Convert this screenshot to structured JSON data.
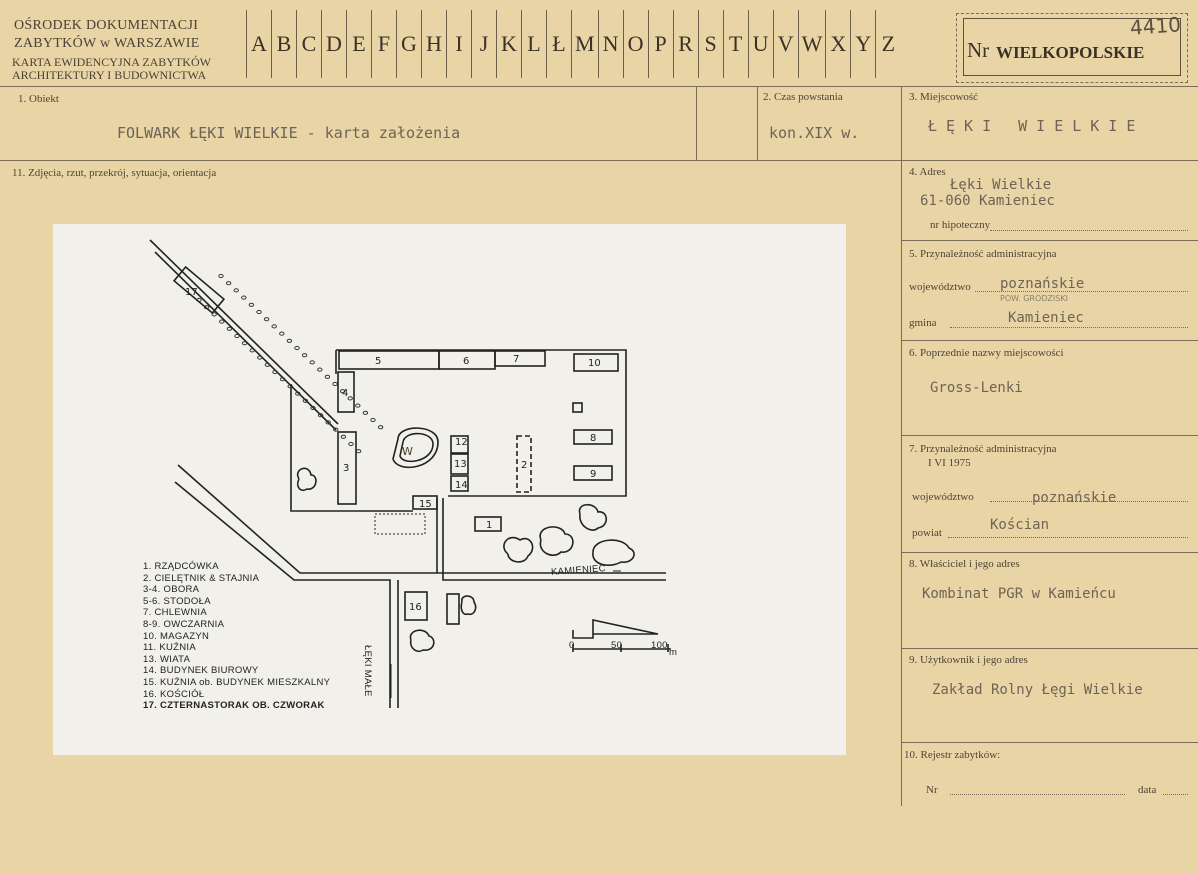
{
  "header": {
    "institution_line1": "OŚRODEK DOKUMENTACJI",
    "institution_line2": "ZABYTKÓW w WARSZAWIE",
    "card_title_line1": "KARTA EWIDENCYJNA ZABYTKÓW",
    "card_title_line2": "ARCHITEKTURY I BUDOWNICTWA",
    "letters": [
      "A",
      "B",
      "C",
      "D",
      "E",
      "F",
      "G",
      "H",
      "I",
      "J",
      "K",
      "L",
      "Ł",
      "M",
      "N",
      "O",
      "P",
      "R",
      "S",
      "T",
      "U",
      "V",
      "W",
      "X",
      "Y",
      "Z"
    ],
    "nr_label": "Nr",
    "region": "WIELKOPOLSKIE",
    "handwritten_number": "4410"
  },
  "fields": {
    "obiekt_label": "1. Obiekt",
    "obiekt_value": "FOLWARK ŁĘKI WIELKIE - karta założenia",
    "czas_label": "2. Czas powstania",
    "czas_value": "kon.XIX w.",
    "miejscowosc_label": "3. Miejscowość",
    "miejscowosc_value": "ŁĘKI WIELKIE",
    "zdjecia_label": "11. Zdjęcia, rzut, przekrój, sytuacja, orientacja",
    "adres_label": "4. Adres",
    "adres_line1": "Łęki Wielkie",
    "adres_line2": "61-060 Kamieniec",
    "hipoteczny_label": "nr hipoteczny",
    "przyn_label": "5. Przynależność administracyjna",
    "woj_label": "województwo",
    "woj_value": "poznańskie",
    "pow_note": "POW. GRODZISKI",
    "gmina_label": "gmina",
    "gmina_value": "Kamieniec",
    "poprz_label": "6. Poprzednie nazwy miejscowości",
    "poprz_value": "Gross-Lenki",
    "przyn2_label": "7. Przynależność administracyjna",
    "przyn2_date": "I VI 1975",
    "woj2_label": "województwo",
    "woj2_value": "poznańskie",
    "powiat_label": "powiat",
    "powiat_value": "Kościan",
    "wlasc_label": "8. Właściciel i jego adres",
    "wlasc_value": "Kombinat PGR w Kamieńcu",
    "uzytk_label": "9. Użytkownik i jego adres",
    "uzytk_value": "Zakład Rolny Łęgi Wielkie",
    "rejestr_label": "10. Rejestr zabytków:",
    "nr_label": "Nr",
    "data_label": "data"
  },
  "plan": {
    "legend": [
      "1. RZĄDCÓWKA",
      "2. CIELĘTNIK & STAJNIA",
      "3-4. OBORA",
      "5-6. STODOŁA",
      "7. CHLEWNIA",
      "8-9. OWCZARNIA",
      "10. MAGAZYN",
      "11. KUŹNIA",
      "13. WIATA",
      "14. BUDYNEK BIUROWY",
      "15. KUŹNIA ob. BUDYNEK MIESZKALNY",
      "16. KOŚCIÓŁ",
      "17. CZTERNASTORAK OB. CZWORAK"
    ],
    "road_east": "KAMIENIEC",
    "road_south": "ŁĘKI MAŁE",
    "scale_labels": [
      "0",
      "50",
      "100",
      "m"
    ],
    "building_numbers": [
      "1",
      "2",
      "3",
      "4",
      "5",
      "6",
      "7",
      "8",
      "9",
      "10",
      "12",
      "13",
      "14",
      "15",
      "16",
      "17"
    ],
    "pond_label": "W"
  }
}
